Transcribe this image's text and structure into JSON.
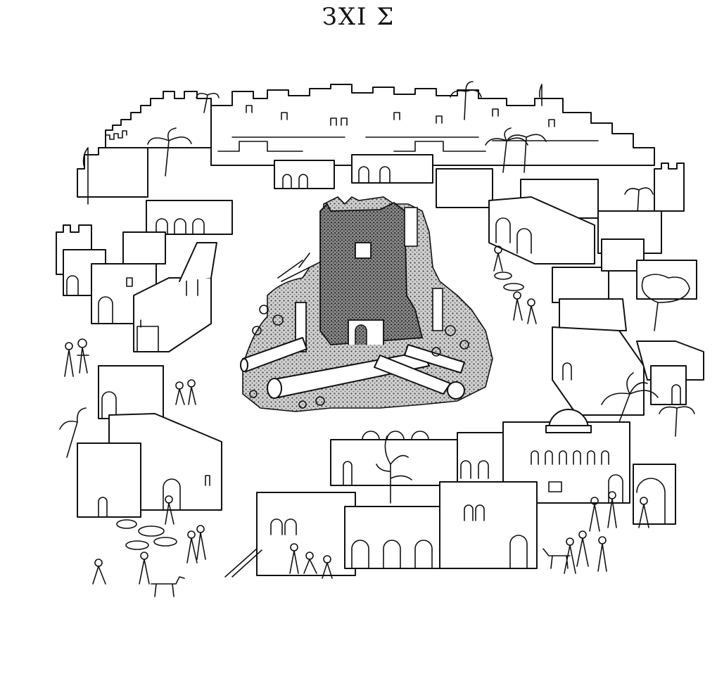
{
  "caption": "ЗХІ Σ",
  "colors": {
    "ink": "#111111",
    "paper": "#ffffff",
    "ruin_shade": "#9a9a9a"
  },
  "illustration": {
    "kind": "line-drawing",
    "regions": [
      {
        "id": "city-wall",
        "icon": "wall-icon"
      },
      {
        "id": "ruined-temple",
        "icon": "ruin-icon"
      },
      {
        "id": "fallen-columns",
        "icon": "column-icon"
      },
      {
        "id": "dome-building",
        "icon": "dome-icon"
      },
      {
        "id": "palm-trees",
        "icon": "palm-icon"
      },
      {
        "id": "townspeople",
        "icon": "person-icon"
      }
    ]
  }
}
